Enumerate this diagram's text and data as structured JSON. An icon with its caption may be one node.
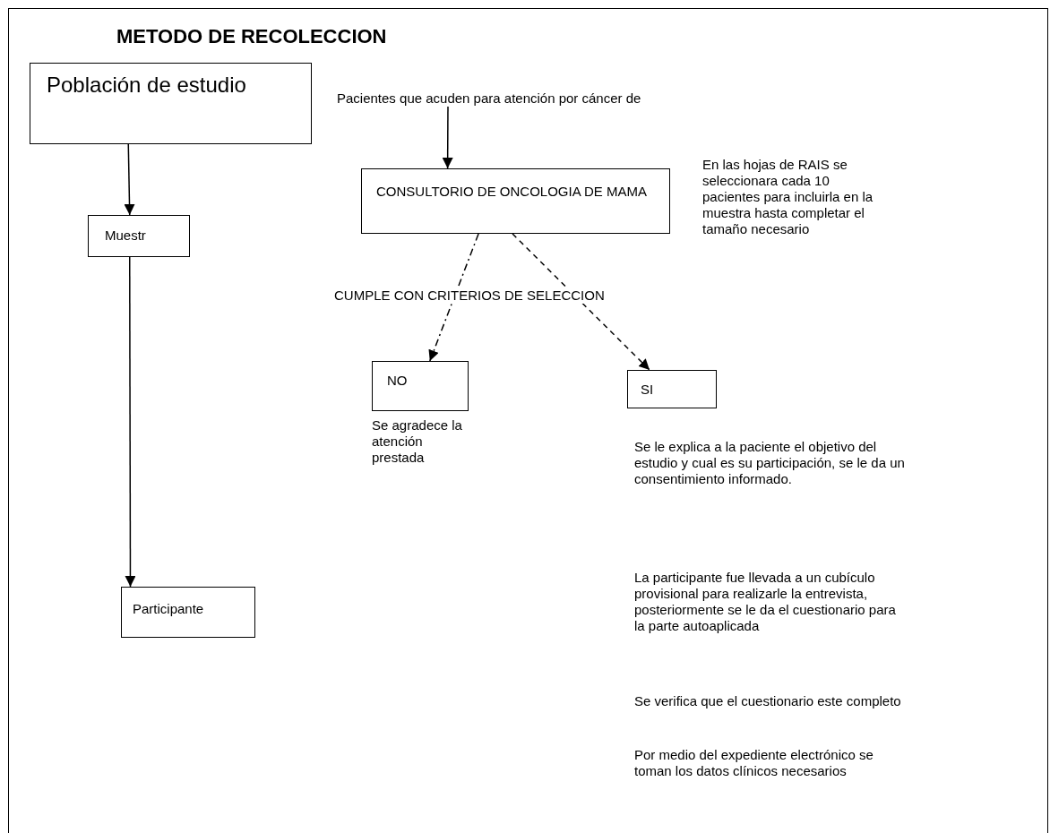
{
  "diagram": {
    "title": "METODO DE RECOLECCION",
    "nodes": [
      {
        "text": [
          "Población de estudio"
        ]
      },
      {
        "text": [
          "Muestr"
        ]
      },
      {
        "text": [
          "Participante"
        ]
      },
      {
        "text": [
          "Pacientes que acuden para atención por cáncer de"
        ]
      },
      {
        "text": [
          "CONSULTORIO DE ONCOLOGIA DE MAMA"
        ]
      },
      {
        "text": [
          "NO"
        ],
        "beside": [
          "Se agradece la atención prestada"
        ]
      },
      {
        "text": [
          "SI"
        ],
        "beside": [
          "Se le explica a la paciente el objetivo del estudio y cual es su participación, se le da un consentimiento informado."
        ]
      }
    ],
    "edges": [
      {
        "from": 0,
        "to": 1,
        "arrow": "to"
      },
      {
        "from": 1,
        "to": 2,
        "arrow": "to"
      },
      {
        "from": 3,
        "to": 4,
        "arrow": "to"
      },
      {
        "from": 4,
        "to": 5,
        "arrow": "to",
        "style": "dashed"
      },
      {
        "from": 4,
        "to": 6,
        "arrow": "to",
        "style": "dashed"
      }
    ],
    "labels": [
      "En las hojas de RAIS se seleccionara cada 10 pacientes para incluirla en la muestra hasta completar el tamaño necesario",
      "CUMPLE CON CRITERIOS DE SELECCION",
      "La participante fue llevada a un cubículo provisional para realizarle la entrevista, posteriormente se le da el cuestionario para la parte autoaplicada",
      "Se verifica que el cuestionario este completo",
      "Por medio del expediente electrónico se toman los datos clínicos necesarios"
    ]
  }
}
